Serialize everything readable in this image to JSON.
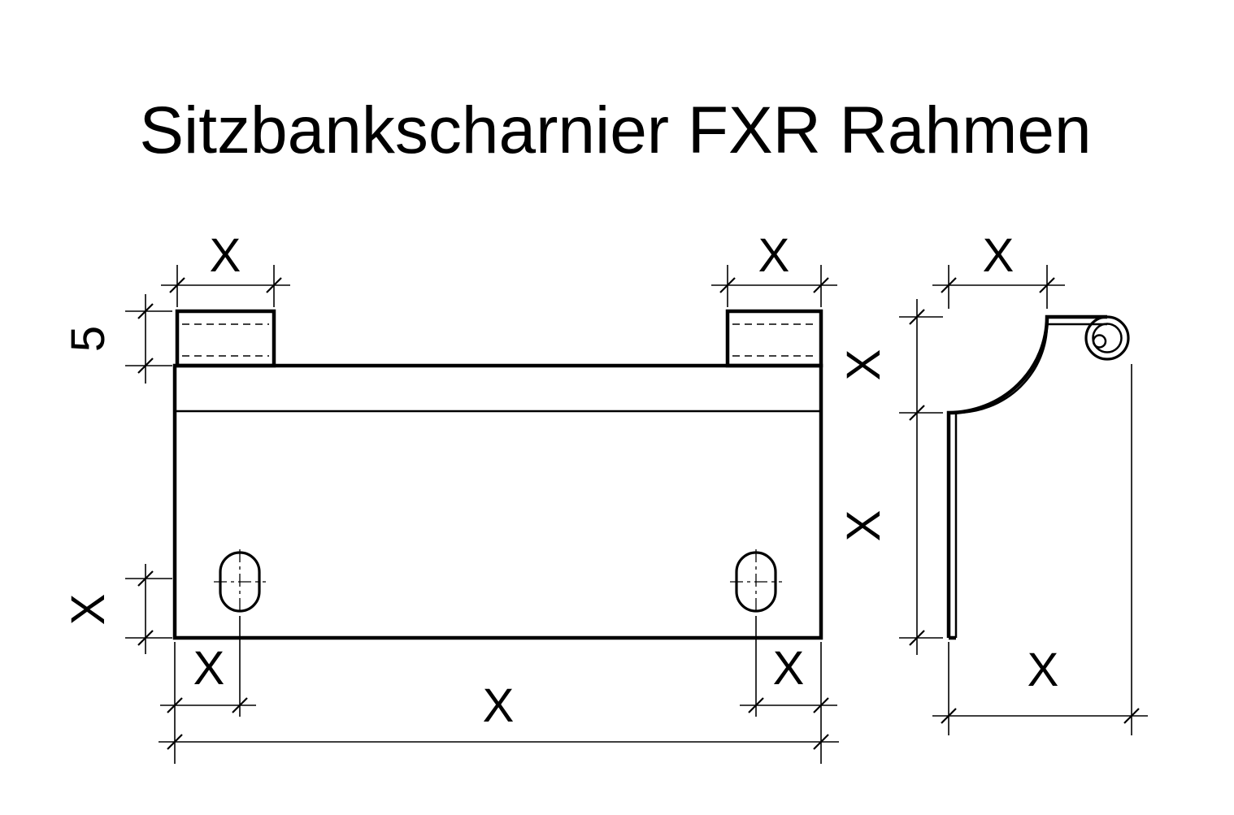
{
  "title": "Sitzbankscharnier FXR Rahmen",
  "labels": {
    "tab_left_width": "X",
    "tab_right_width": "X",
    "side_flange_width": "X",
    "tab_height": "5",
    "slot_to_bottom": "X",
    "left_slot_offset": "X",
    "right_slot_offset": "X",
    "total_width": "X",
    "side_upper_height": "X",
    "side_lower_height": "X",
    "side_depth": "X"
  }
}
